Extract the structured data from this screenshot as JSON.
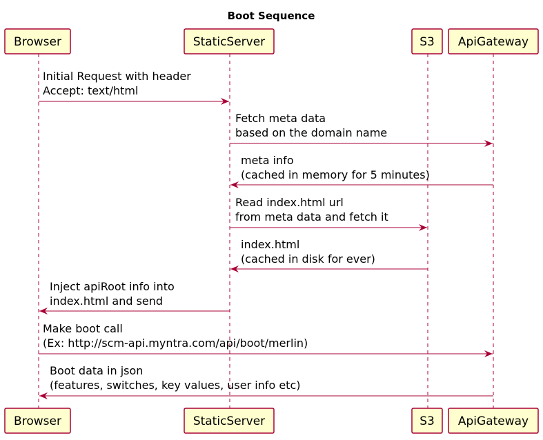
{
  "diagram": {
    "title": "Boot Sequence",
    "participants": [
      "Browser",
      "StaticServer",
      "S3",
      "ApiGateway"
    ],
    "messages": [
      {
        "from": "Browser",
        "to": "StaticServer",
        "lines": [
          "Initial Request with header",
          "Accept: text/html"
        ]
      },
      {
        "from": "StaticServer",
        "to": "ApiGateway",
        "lines": [
          "Fetch meta data",
          "based on the domain name"
        ]
      },
      {
        "from": "ApiGateway",
        "to": "StaticServer",
        "lines": [
          "meta info",
          "(cached in memory for 5 minutes)"
        ]
      },
      {
        "from": "StaticServer",
        "to": "S3",
        "lines": [
          "Read index.html url",
          "from meta data and fetch it"
        ]
      },
      {
        "from": "S3",
        "to": "StaticServer",
        "lines": [
          "index.html",
          "(cached in disk for ever)"
        ]
      },
      {
        "from": "StaticServer",
        "to": "Browser",
        "lines": [
          "Inject apiRoot info into",
          "index.html and send"
        ]
      },
      {
        "from": "Browser",
        "to": "ApiGateway",
        "lines": [
          "Make boot call",
          "(Ex: http://scm-api.myntra.com/api/boot/merlin)"
        ]
      },
      {
        "from": "ApiGateway",
        "to": "Browser",
        "lines": [
          "Boot data in json",
          "(features, switches, key values, user info etc)"
        ]
      }
    ],
    "colors": {
      "participant_fill": "#FEFECE",
      "line_color": "#A80036"
    }
  }
}
